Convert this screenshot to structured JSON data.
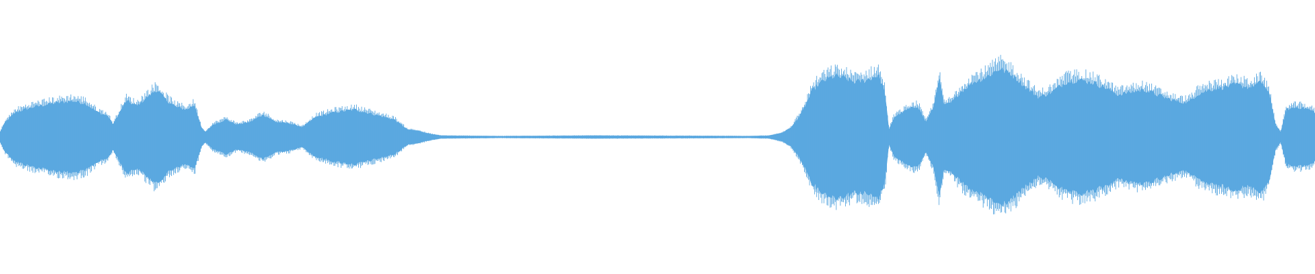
{
  "waveform": {
    "color": "#5ba8e0",
    "background": "#ffffff",
    "envelope_points": [
      [
        0,
        0.04
      ],
      [
        0.4,
        0.12
      ],
      [
        1.2,
        0.2
      ],
      [
        2.5,
        0.24
      ],
      [
        4,
        0.27
      ],
      [
        5.5,
        0.29
      ],
      [
        6.5,
        0.27
      ],
      [
        7.4,
        0.2
      ],
      [
        8.2,
        0.17
      ],
      [
        8.6,
        0.1
      ],
      [
        9.0,
        0.18
      ],
      [
        9.6,
        0.29
      ],
      [
        10.4,
        0.25
      ],
      [
        11.2,
        0.32
      ],
      [
        11.9,
        0.38
      ],
      [
        12.6,
        0.3
      ],
      [
        13.4,
        0.24
      ],
      [
        14.2,
        0.22
      ],
      [
        14.8,
        0.26
      ],
      [
        15.3,
        0.08
      ],
      [
        15.6,
        0.04
      ],
      [
        16.2,
        0.1
      ],
      [
        17.2,
        0.14
      ],
      [
        18.0,
        0.1
      ],
      [
        19.0,
        0.12
      ],
      [
        20.0,
        0.18
      ],
      [
        21.0,
        0.12
      ],
      [
        22.0,
        0.11
      ],
      [
        23.0,
        0.08
      ],
      [
        24.0,
        0.16
      ],
      [
        25.5,
        0.2
      ],
      [
        27.0,
        0.22
      ],
      [
        28.5,
        0.18
      ],
      [
        30.0,
        0.14
      ],
      [
        31.0,
        0.06
      ],
      [
        31.8,
        0.05
      ],
      [
        32.5,
        0.03
      ],
      [
        33.5,
        0.012
      ],
      [
        38.0,
        0.008
      ],
      [
        45.0,
        0.012
      ],
      [
        52.0,
        0.01
      ],
      [
        57.0,
        0.008
      ],
      [
        58.5,
        0.012
      ],
      [
        59.5,
        0.035
      ],
      [
        60.2,
        0.08
      ],
      [
        61.0,
        0.2
      ],
      [
        61.8,
        0.38
      ],
      [
        62.6,
        0.45
      ],
      [
        63.5,
        0.49
      ],
      [
        64.3,
        0.47
      ],
      [
        65.0,
        0.44
      ],
      [
        66.0,
        0.46
      ],
      [
        66.8,
        0.5
      ],
      [
        67.3,
        0.36
      ],
      [
        67.6,
        0.06
      ],
      [
        68.0,
        0.16
      ],
      [
        69.0,
        0.22
      ],
      [
        69.8,
        0.25
      ],
      [
        70.4,
        0.12
      ],
      [
        71.0,
        0.24
      ],
      [
        71.4,
        0.48
      ],
      [
        71.8,
        0.25
      ],
      [
        72.4,
        0.28
      ],
      [
        73.0,
        0.36
      ],
      [
        74.0,
        0.44
      ],
      [
        75.0,
        0.48
      ],
      [
        76.0,
        0.55
      ],
      [
        77.0,
        0.5
      ],
      [
        78.0,
        0.4
      ],
      [
        79.0,
        0.32
      ],
      [
        80.0,
        0.36
      ],
      [
        81.0,
        0.44
      ],
      [
        82.0,
        0.46
      ],
      [
        83.0,
        0.44
      ],
      [
        84.0,
        0.4
      ],
      [
        85.0,
        0.34
      ],
      [
        86.0,
        0.36
      ],
      [
        87.0,
        0.38
      ],
      [
        88.0,
        0.34
      ],
      [
        89.0,
        0.3
      ],
      [
        89.8,
        0.28
      ],
      [
        90.4,
        0.28
      ],
      [
        91.0,
        0.34
      ],
      [
        92.0,
        0.38
      ],
      [
        93.0,
        0.4
      ],
      [
        94.0,
        0.42
      ],
      [
        95.0,
        0.4
      ],
      [
        96.0,
        0.44
      ],
      [
        96.6,
        0.32
      ],
      [
        97.0,
        0.1
      ],
      [
        97.4,
        0.04
      ],
      [
        97.8,
        0.22
      ],
      [
        98.6,
        0.24
      ],
      [
        99.3,
        0.23
      ],
      [
        100,
        0.2
      ]
    ]
  }
}
